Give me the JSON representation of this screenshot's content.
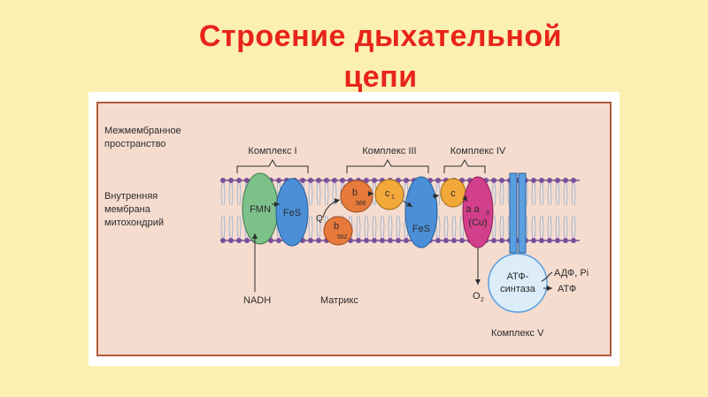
{
  "slide": {
    "title_line1": "Строение дыхательной",
    "title_line2": "цепи"
  },
  "diagram": {
    "labels": {
      "intermembrane_line1": "Межмембранное",
      "intermembrane_line2": "пространство",
      "inner_membrane_line1": "Внутренняя",
      "inner_membrane_line2": "мембрана",
      "inner_membrane_line3": "митохондрий",
      "matrix": "Матрикс",
      "nadh": "NADH"
    },
    "complexes": {
      "complex_1": "Комплекс I",
      "complex_3": "Комплекс III",
      "complex_4": "Комплекс IV",
      "complex_5": "Комплекс V"
    },
    "carriers": {
      "fmn": "FMN",
      "fes_1": "FeS",
      "q": "Q",
      "b566": "b",
      "b566_sub": "566",
      "b562": "b",
      "b562_sub": "562",
      "c1": "c",
      "c1_sub": "1",
      "fes_3": "FeS",
      "c": "c",
      "aa3_a": "a a",
      "aa3_sub": "3",
      "cu": "(Cu)"
    },
    "atp": {
      "synthase_line1": "АТФ-",
      "synthase_line2": "синтаза",
      "adp_pi": "АДФ, Pi",
      "atp": "АТФ",
      "o2": "O",
      "o2_sub": "2"
    },
    "colors": {
      "panel_bg": "#f5dccf",
      "panel_border": "#b05a3c",
      "fmn": "#7cc08a",
      "fes": "#4a8fd8",
      "cytochrome_b": "#e77a3a",
      "c1": "#f2a93a",
      "aa3": "#d23f8a",
      "synthase": "#dcecf8",
      "stalk": "#5a9fe0",
      "lipid_head": "#7a4f9a"
    }
  }
}
